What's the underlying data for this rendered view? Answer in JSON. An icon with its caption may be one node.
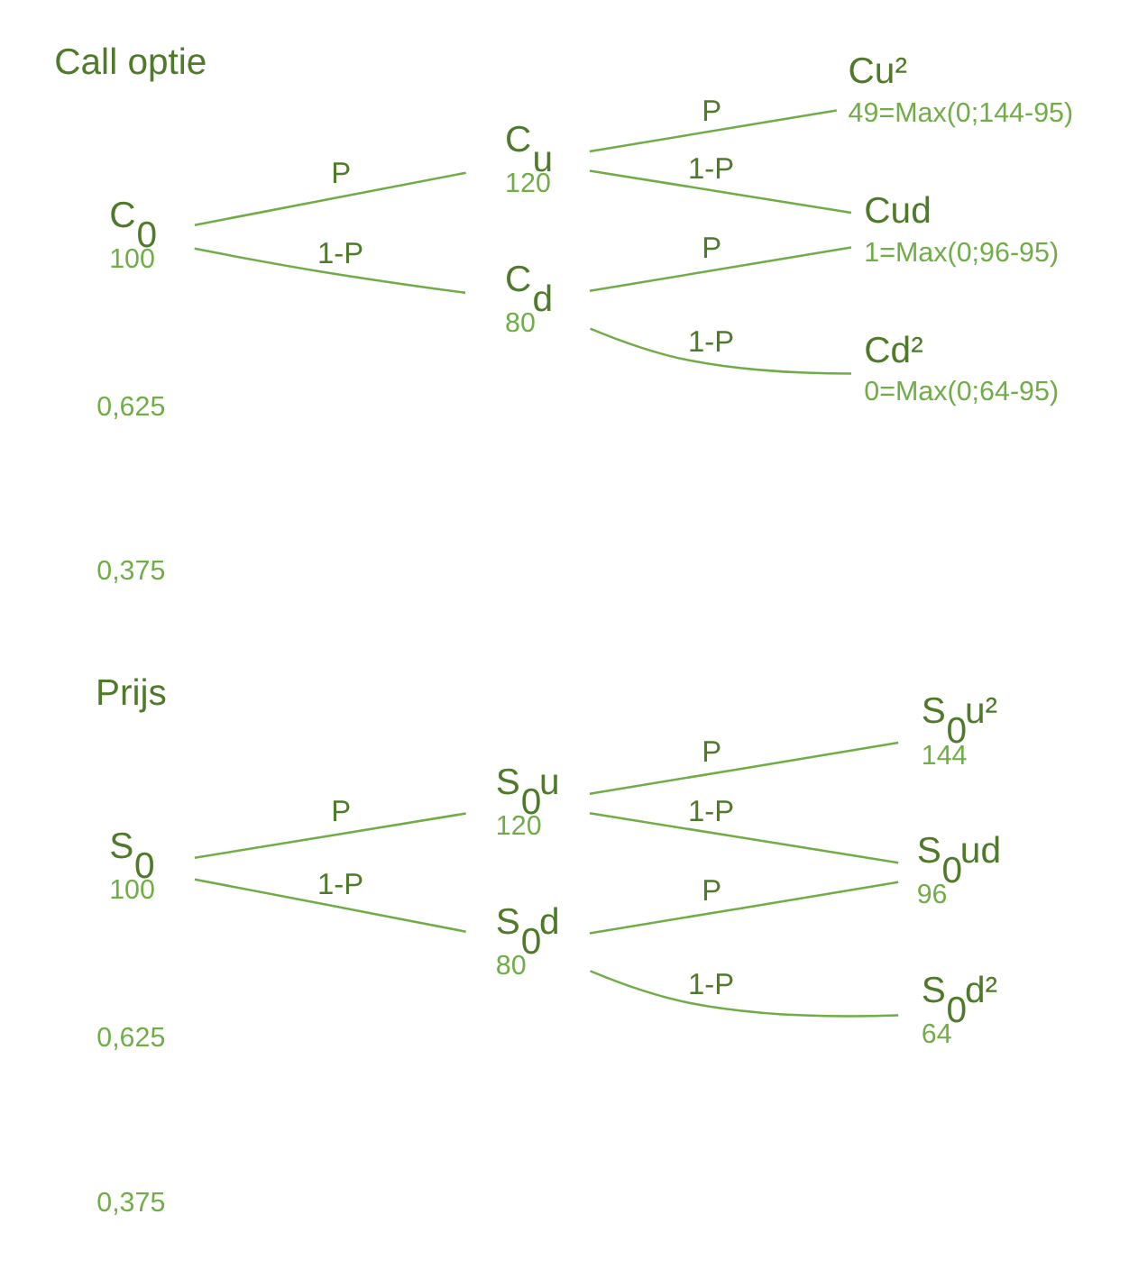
{
  "diagram": {
    "nodes": [
      {
        "text": [
          "S$_{0}$"
        ],
        "beside": [
          "100"
        ]
      },
      {
        "text": [
          "S$_{0}$u"
        ],
        "beside": [
          "120"
        ]
      },
      {
        "text": [
          "S$_{0}$d"
        ],
        "beside": [
          "80"
        ]
      },
      {
        "text": [
          "S$_{0}$u²"
        ],
        "beside": [
          "144"
        ]
      },
      {
        "text": [
          "S$_{0}$ud"
        ],
        "beside": [
          "96"
        ]
      },
      {
        "text": [
          "S$_{0}$d²"
        ],
        "beside": [
          "64"
        ]
      },
      {
        "text": [
          "C$_{0}$"
        ],
        "beside": [
          "100"
        ]
      },
      {
        "text": [
          "C$_{u}$"
        ],
        "beside": [
          "120"
        ]
      },
      {
        "text": [
          "C$_{d}$"
        ],
        "beside": [
          "80"
        ]
      },
      {
        "text": [
          "Cu²"
        ],
        "beside": [
          "49=Max(0;144-95)"
        ]
      },
      {
        "text": [
          "Cud"
        ],
        "beside": [
          "1=Max(0;96-95)"
        ]
      },
      {
        "text": [
          "Cd²"
        ],
        "beside": [
          "0=Max(0;64-95)"
        ]
      }
    ],
    "edges": [
      {
        "from": 0,
        "to": 1,
        "arrow": "none",
        "label": "P"
      },
      {
        "from": 0,
        "to": 2,
        "arrow": "none",
        "label": "1-P"
      },
      {
        "from": 1,
        "to": 3,
        "arrow": "none",
        "label": "P"
      },
      {
        "from": 1,
        "to": 4,
        "arrow": "none",
        "label": "1-P"
      },
      {
        "from": 2,
        "to": 4,
        "arrow": "none",
        "label": "P"
      },
      {
        "from": 2,
        "to": 5,
        "arrow": "none",
        "label": "1-P"
      },
      {
        "from": 6,
        "to": 7,
        "arrow": "none",
        "label": "P"
      },
      {
        "from": 6,
        "to": 8,
        "arrow": "none",
        "label": "1-P"
      },
      {
        "from": 7,
        "to": 9,
        "arrow": "none",
        "label": "P"
      },
      {
        "from": 7,
        "to": 10,
        "arrow": "none",
        "label": "1-P"
      },
      {
        "from": 8,
        "to": 10,
        "arrow": "none",
        "label": "P"
      },
      {
        "from": 8,
        "to": 11,
        "arrow": "none",
        "label": "1-P"
      }
    ],
    "labels": [
      "Prijs",
      "0,625",
      "0,375",
      "Call optie",
      "0,625",
      "0,375"
    ]
  }
}
